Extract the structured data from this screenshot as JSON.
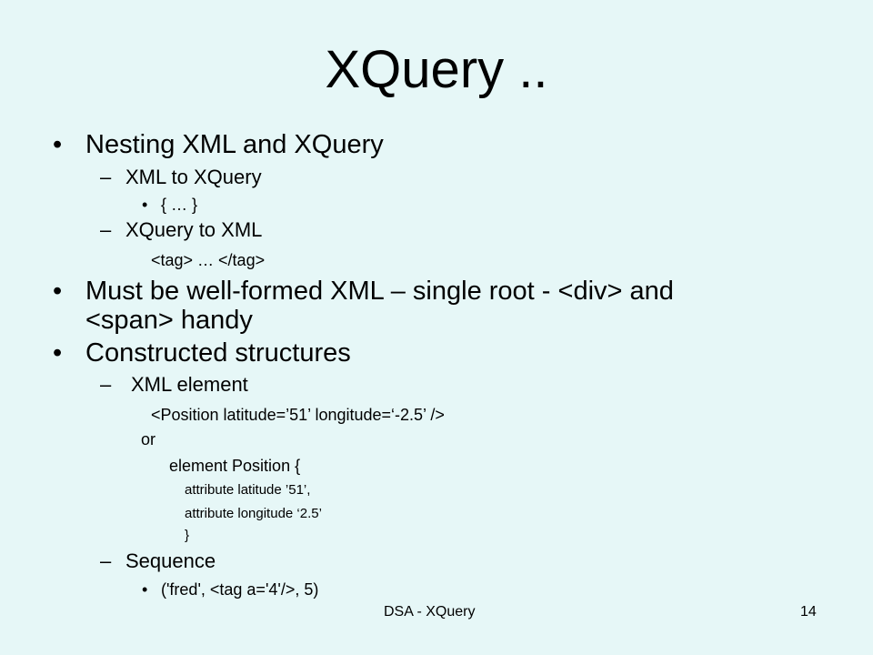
{
  "slide": {
    "title": "XQuery ..",
    "bullet_glyph": "•",
    "dash_glyph": "–",
    "lines": [
      "Nesting  XML and XQuery",
      "XML to XQuery",
      "{   … }",
      "XQuery to XML",
      "<tag> … </tag>",
      "Must be well-formed XML – single root  - <div> and",
      "<span> handy",
      "Constructed structures",
      "XML element",
      "<Position latitude=’51’ longitude=‘-2.5’ />",
      "or",
      "element Position {",
      "attribute latitude ’51’,",
      "attribute longitude ‘2.5’",
      "}",
      "Sequence",
      "('fred', <tag a='4'/>, 5)"
    ]
  },
  "footer": {
    "center_text": "DSA - XQuery",
    "page_number": "14"
  }
}
